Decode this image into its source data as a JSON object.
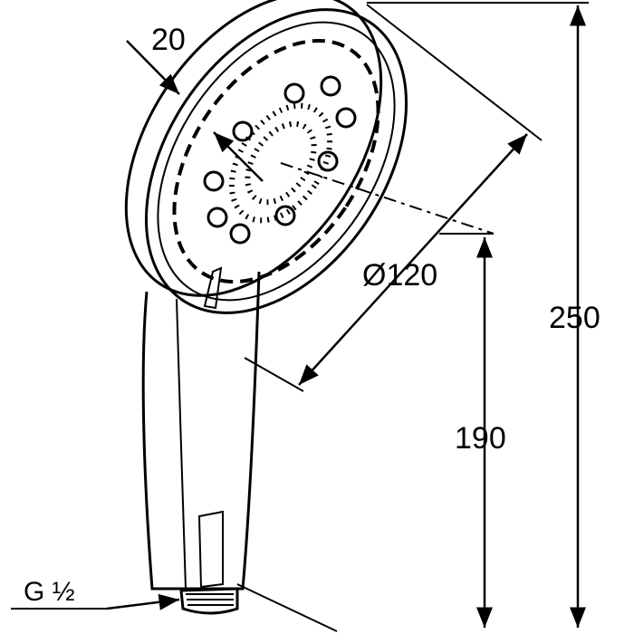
{
  "dimensions": {
    "thickness": "20",
    "diameter": "Ø120",
    "handle_height": "190",
    "total_height": "250",
    "thread": "G ½"
  },
  "colors": {
    "line": "#000000",
    "background": "#ffffff"
  },
  "icons": {
    "arrowhead": "dimension-arrow-icon",
    "nozzle": "spray-nozzle-icon"
  }
}
